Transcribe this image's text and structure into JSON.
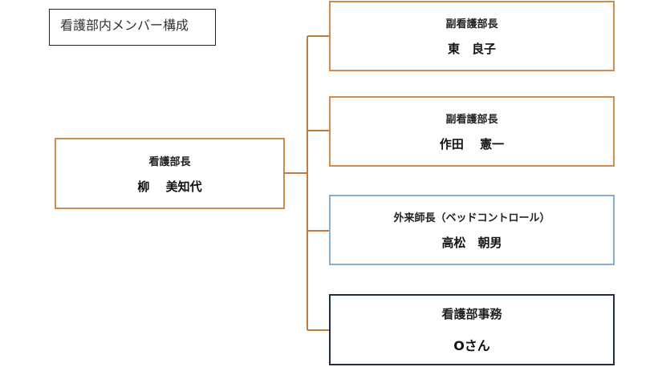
{
  "title": "看護部内メンバー構成",
  "chief": {
    "role": "看護部長",
    "name": "柳　 美知代"
  },
  "members": [
    {
      "role": "副看護部長",
      "name": "東　良子"
    },
    {
      "role": "副看護部長",
      "name": "作田　 憲一"
    },
    {
      "role": "外来師長（ベッドコントロール）",
      "name": "高松　朝男"
    },
    {
      "role": "看護部事務",
      "name": "Oさん"
    }
  ],
  "colors": {
    "connector": "#c07a3e",
    "orange_border": "#d08a4c",
    "blue_border": "#8aaed0",
    "navy_border": "#1f2c4a"
  }
}
